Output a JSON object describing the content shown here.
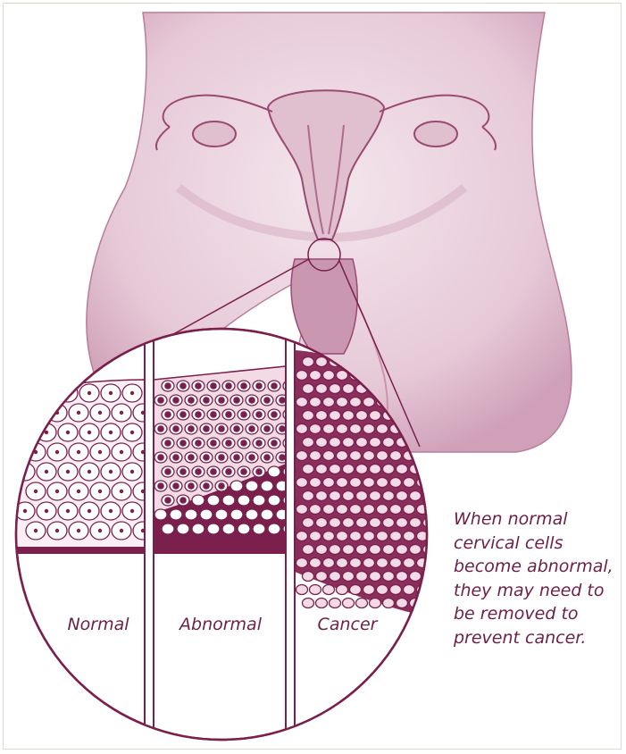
{
  "panels": [
    {
      "id": "normal",
      "label": "Normal"
    },
    {
      "id": "abnormal",
      "label": "Abnormal"
    },
    {
      "id": "cancer",
      "label": "Cancer"
    }
  ],
  "caption_lines": [
    "When normal",
    "cervical cells",
    "become abnormal,",
    "they may need to",
    "be removed to",
    "prevent cancer."
  ],
  "colors": {
    "body_fill": "#ead3df",
    "line": "#8a2e5c",
    "dark": "#7b1f4d",
    "text": "#6e1f47",
    "frame": "#dcdccf"
  }
}
